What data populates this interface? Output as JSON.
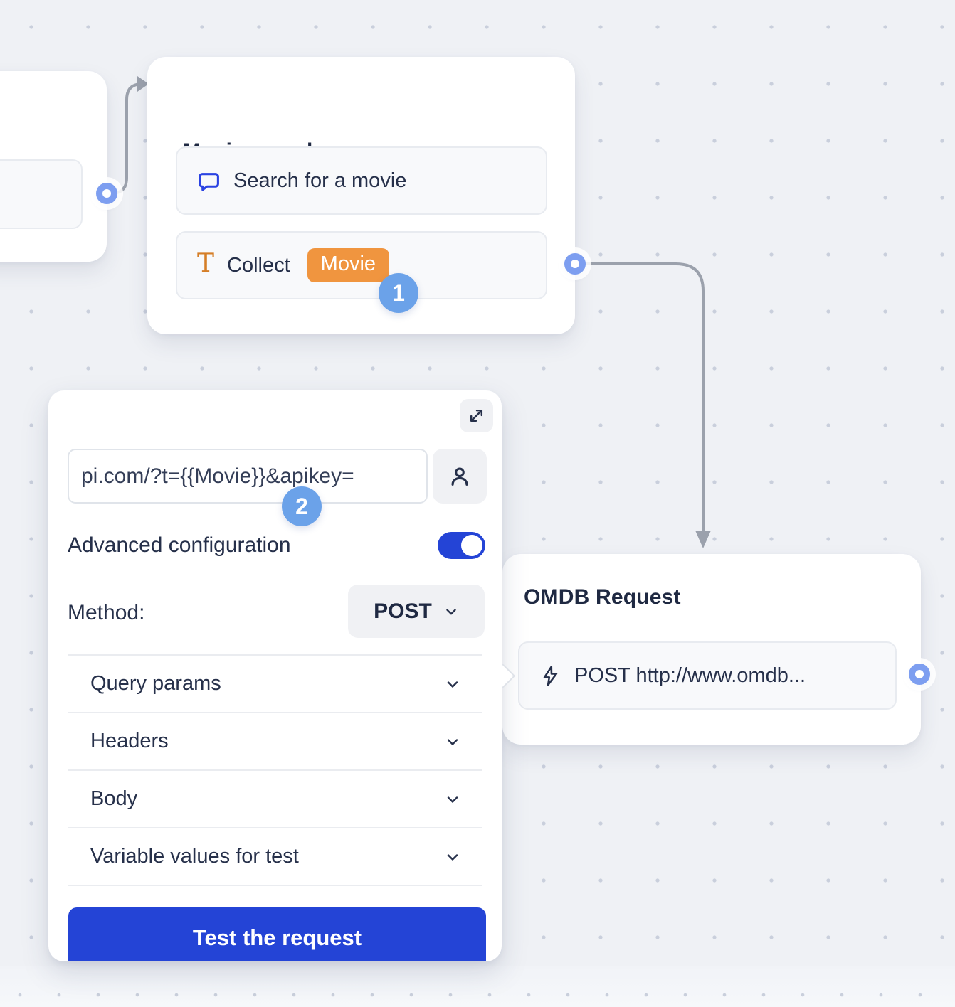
{
  "movie_node": {
    "title": "Movie search",
    "items": [
      {
        "icon": "chat-bubble-icon",
        "label": "Search for a movie"
      },
      {
        "icon": "text-input-icon",
        "label": "Collect",
        "variable_chip": "Movie"
      }
    ]
  },
  "annotations": {
    "step1": "1",
    "step2": "2"
  },
  "request_editor": {
    "url_input": {
      "value": "pi.com/?t={{Movie}}&apikey="
    },
    "advanced_configuration_label": "Advanced configuration",
    "advanced_configuration_enabled": true,
    "method_label": "Method:",
    "method_value": "POST",
    "sections": [
      {
        "label": "Query params"
      },
      {
        "label": "Headers"
      },
      {
        "label": "Body"
      },
      {
        "label": "Variable values for test"
      }
    ],
    "test_button_label": "Test the request"
  },
  "omdb_node": {
    "title": "OMDB Request",
    "item": {
      "icon": "lightning-icon",
      "label": "POST http://www.omdb..."
    }
  },
  "colors": {
    "accent_blue": "#2444d6",
    "badge_blue": "#6ba2e9",
    "variable_orange": "#f0953f",
    "connector_gray": "#9ba1ac",
    "port_blue": "#7d9ef0",
    "canvas_bg": "#eff1f5",
    "text_navy": "#26304a"
  }
}
